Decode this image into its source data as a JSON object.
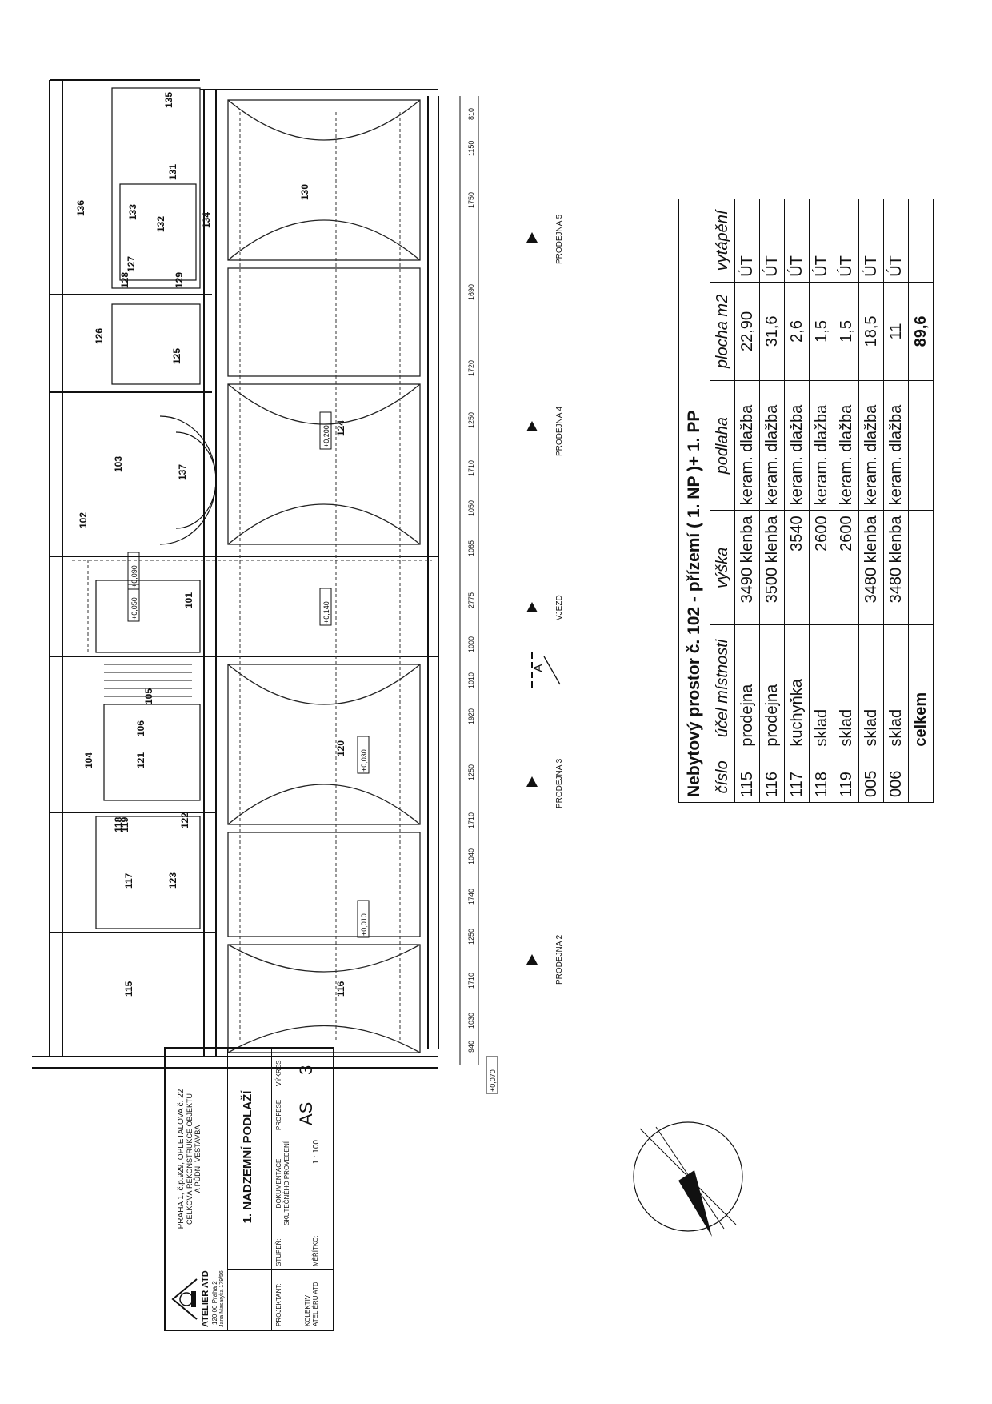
{
  "plan": {
    "room_labels": [
      "115",
      "116",
      "117",
      "118",
      "119",
      "120",
      "121",
      "122",
      "123",
      "104",
      "105",
      "106",
      "101",
      "102",
      "103",
      "124",
      "125",
      "126",
      "127",
      "128",
      "129",
      "130",
      "131",
      "132",
      "133",
      "134",
      "135",
      "136",
      "137"
    ],
    "storefront_labels": [
      "PRODEJNA 2",
      "PRODEJNA 3",
      "VJEZD",
      "PRODEJNA 4",
      "PRODEJNA 5"
    ],
    "section_marker": "A",
    "elevation_tags": [
      "+0,070",
      "+0,030",
      "+0,010",
      "+0,050",
      "+0,090",
      "+0,140",
      "+0,200"
    ],
    "dimensions_bottom": [
      "940",
      "1030",
      "1710",
      "1250",
      "1740",
      "1040",
      "1710",
      "1250",
      "1920",
      "1010",
      "1000",
      "2775",
      "1065",
      "1050",
      "1710",
      "1250",
      "1720",
      "1690",
      "1750",
      "1150",
      "810"
    ]
  },
  "room_table": {
    "title": "Nebytový prostor č. 102 - přízemí ( 1. NP )+ 1. PP",
    "headers": [
      "číslo",
      "účel místnosti",
      "výška",
      "podlaha",
      "plocha m2",
      "vytápění"
    ],
    "rows": [
      {
        "cislo": "115",
        "ucel": "prodejna",
        "vyska": "3490 klenba",
        "podlaha": "keram. dlažba",
        "plocha": "22,90",
        "vytapeni": "ÚT"
      },
      {
        "cislo": "116",
        "ucel": "prodejna",
        "vyska": "3500 klenba",
        "podlaha": "keram. dlažba",
        "plocha": "31,6",
        "vytapeni": "ÚT"
      },
      {
        "cislo": "117",
        "ucel": "kuchyňka",
        "vyska": "3540",
        "podlaha": "keram. dlažba",
        "plocha": "2,6",
        "vytapeni": "ÚT"
      },
      {
        "cislo": "118",
        "ucel": "sklad",
        "vyska": "2600",
        "podlaha": "keram. dlažba",
        "plocha": "1,5",
        "vytapeni": "ÚT"
      },
      {
        "cislo": "119",
        "ucel": "sklad",
        "vyska": "2600",
        "podlaha": "keram. dlažba",
        "plocha": "1,5",
        "vytapeni": "ÚT"
      },
      {
        "cislo": "005",
        "ucel": "sklad",
        "vyska": "3480 klenba",
        "podlaha": "keram. dlažba",
        "plocha": "18,5",
        "vytapeni": "ÚT"
      },
      {
        "cislo": "006",
        "ucel": "sklad",
        "vyska": "3480 klenba",
        "podlaha": "keram. dlažba",
        "plocha": "11",
        "vytapeni": "ÚT"
      }
    ],
    "total_label": "celkem",
    "total_value": "89,6"
  },
  "title_block": {
    "studio_name": "ATELIER ATD",
    "studio_address_1": "120 00 Praha 2",
    "studio_address_2": "Jana Masaryka 179/56",
    "project_line_1": "PRAHA 1, č.p.929, OPLETALOVA č. 22",
    "project_line_2": "CELKOVÁ REKONSTRUKCE OBJEKTU",
    "project_line_3": "A PŮDNÍ VESTAVBA",
    "drawing_title": "1. NADZEMNÍ PODLAŽÍ",
    "label_projektant": "PROJEKTANT:",
    "value_projektant": "KOLEKTIV ATELIÉRU ATD",
    "label_stupen": "STUPEŇ:",
    "value_stupen": "DOKUMENTACE SKUTEČNÉHO PROVEDENÍ",
    "label_meritko": "MĚŘÍTKO:",
    "value_meritko": "1 : 100",
    "label_profese": "PROFESE",
    "value_profese": "AS",
    "label_vykres": "VÝKRES",
    "value_vykres": "3"
  }
}
